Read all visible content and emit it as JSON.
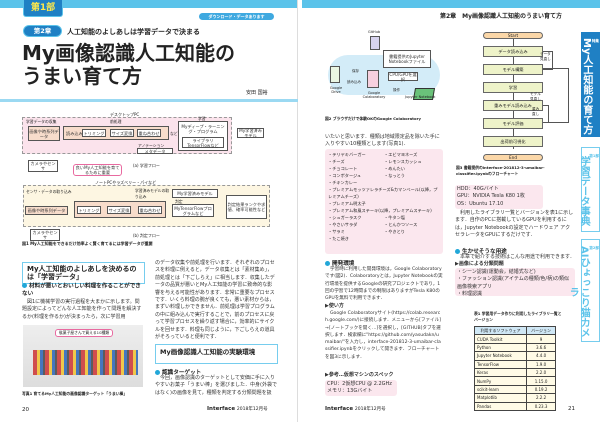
{
  "left_page": {
    "part_tab": "第1部",
    "download_badge": "ダウンロード・データあります",
    "chapter_pill": "第2章",
    "chapter_subtitle": "人工知能のよしあしは学習データで決まる",
    "title_line1": "My画像認識人工知能の",
    "title_line2": "うまい育て方",
    "author": "安田 国裕",
    "figure1": {
      "desktop_label": "デスクトップPC",
      "collect_label": "学習データの収集",
      "preprocess_label": "前処理",
      "learn_label": "学習",
      "image_series": "画像や時系列データ",
      "read": "読み込み",
      "trimming": "トリミング",
      "resize": "サイズ変換",
      "overlay": "重ね合わせ",
      "etc": "など",
      "deep_program": "Myディープ・ラーニング・プログラム",
      "library": "ライブラリ TensorFlowなど",
      "annotation": "アノテーション",
      "metadata": "メタデータ",
      "trained_model": "My学習済みモデル",
      "camera_sensor": "カメラやセンサ",
      "important_note": "良いMy人工知能を育てるために重要",
      "caption_a": "(a) 学習フロー",
      "laptop_label": "ノートPCやラズベリー・パイなど",
      "sensor_read": "センサ・データの取り込み",
      "model_load": "学習済みモデルの取り込み",
      "my_model": "My学習済みモデル",
      "judge": "判定",
      "tf_program": "MyTensorFlowプログラムなど",
      "result": "判定結果ランクや求値、確率可能性など",
      "caption_b": "(b) 判定フロー",
      "caption": "図1 My人工知能をできるだけ効率よく賢く育てるには学習データが重要"
    },
    "section1_title": "My人工知能のよしあしを決めるのは「学習データ」",
    "section1_sub": "材料が悪いとおいしい料理を作ることができない",
    "section1_p": "図1に機械学習の実行過程を大まかに示します。問題設定によってどんな人工知能を作って問題を解決するか(料理を作るか)が決まったら，次に学習用",
    "photo_label": "駄菓子屋さんで買える10種類",
    "photo_caption": "写真1 育てるMy人工知能の画像認識ターゲット「うまい棒」",
    "col2_p": "のデータ収集や前処理を行います．それぞれのプロセスを料理に例えると，データ収集とは「素材集め」，前処理とは「下ごしらえ」に相当します．収集したデータの品質が悪いとMy人工知能の学習に致命的な影響を与える可能性があります．非常に重要なプロセスです．いくら料理の腕が良くても，悪い素材からは，まずい料理しかできません．前処理は学習プログラムの中に組み込んで実行することで，前のプロセスに戻って学習プロセスを繰り返す場合に，効率的にサイクルを回せます．料理も同じように，下ごしらえの道具がそろっていると便利です．",
    "section2_title": "My画像認識人工知能の実験環境",
    "section2_sub": "認識ターゲット",
    "section2_p": "今回，画像認識のターゲットとして安価に手に入りやすいお菓子「うまい棒」を選びました．中身(外袋ではなく)の画像を見て，種類を判定する分類問題を扱",
    "page_number": "20",
    "magazine": "Interface",
    "issue": "2018年12月号"
  },
  "right_page": {
    "header": "第2章　My画像認識人工知能のうまい育て方",
    "figure2": {
      "github": "GitHub",
      "notebook_file": "書籍提供のJupyter Notebookファイル",
      "cpu_gpu": "CPU/GPUを選択",
      "save": "保存",
      "load": "読み込み",
      "drive": "Google Drive",
      "colab": "Google Colaboratory",
      "operate": "操作",
      "jupyter": "Jupyter Notebook",
      "caption": "図2 ブラウザだけで体験OKのGoogle Colaboratory"
    },
    "intro_p": "いたいと思います．種類は地域限定品を除いた手に入りやすい10種類とします(写真1)．",
    "flavors": [
      "テリヤキバーガー",
      "エビマヨネーズ",
      "チーズ",
      "レモンスカッシュ",
      "チョコレート",
      "めんたい",
      "コンポタージュ",
      "なっとう",
      "チキンカレー",
      "",
      "プレミアムモッツァレラチーズ&カマンベール(以降，プレミアムチーズ)",
      "",
      "プレミアム明太子",
      "",
      "プレミアム和風ステーキ(以降，プレミアムステーキ)",
      "",
      "シュガーラスク",
      "牛タン塩",
      "やさいサラダ",
      "とんかつソース",
      "サラミ",
      "やきとり",
      "たこ焼き",
      ""
    ],
    "env_sub": "開発環境",
    "env_p": "学習時に利用した開発環境は，Google Colaboratoryです(図2)．Colaboratoryとは，Jupyter Notebookの実行環境を提供するGoogleの研究プロジェクトであり，1回の学習で12時間までの制限はありますがTesla K80のGPUを無料で利用できます．",
    "howto_sub": "▶使い方",
    "howto_p": "Google Colaboratoryサイト(https://colab.research.google.com/)に接続します．メニューから[ファイル]→[ノートブックを開く...]を選択し，[GITHUB]タブを選択します．検索欄に\"https://github.com/yasudakn/umaibar/\"を入力し，interface-201812-3-umaibar-classifier.ipynbをクリックして開きます．フローチャートを図3に示します．",
    "spec_sub": "▶参考…仮想マシンのスペック",
    "spec": [
      "CPU：2仮想CPU @ 2.2GHz",
      "メモリ：13Gバイト"
    ],
    "flowchart": {
      "start": "Start",
      "steps": [
        "データ読み込み",
        "モデル構築",
        "学習",
        "重みモデル読み込み",
        "モデル評価",
        "出荷前可視化"
      ],
      "end": "End",
      "loop1": "データ見直し",
      "loop2": "モデル見直し",
      "loop3": "重み直し",
      "caption": "図3 書籍提供のinterface-201812-3-umaibar-classifier.ipynbのフローチャート"
    },
    "hw": [
      "HDD：40Gバイト",
      "GPU：NVIDIA Tesla K80 1枚",
      "OS：Ubuntu 17.10"
    ],
    "hw_p": "利用したライブラリ一覧とバージョンを表1に示します．自作のPCに搭載しているGPUを利用するには，Jupyter Notebookの設定でハードウェア アクセラレータをGPUにするだけです．",
    "use_sub": "生かせそうな用途",
    "use_p": "本章で紹介する技術はこんな用途で利用できます．",
    "use_head": "▶画像による分類問題",
    "uses": [
      "シーン認識(運動会，結婚式など)",
      "ファッション認識(アイテムの種類/色/柄)の類似画像検索アプリ",
      "料理認識"
    ],
    "table": {
      "caption": "表1 学習用データ作りに利用したライブラリ一覧とバージョン",
      "headers": [
        "利用するソフトウェア",
        "バージョン"
      ],
      "rows": [
        [
          "CUDA Toolkit",
          "9"
        ],
        [
          "Python",
          "3.6.6"
        ],
        [
          "Jupyter Notebook",
          "4.4.0"
        ],
        [
          "TensorFlow",
          "1.9.0"
        ],
        [
          "Keras",
          "2.2.0"
        ],
        [
          "NumPy",
          "1.15.0"
        ],
        [
          "scikit-learn",
          "0.19.2"
        ],
        [
          "Matplotlib",
          "2.2.2"
        ],
        [
          "Pandas",
          "0.23.3"
        ]
      ]
    },
    "side_tabs": [
      {
        "label": "特集",
        "title": "My人工知能の育て方"
      },
      {
        "label": "第1部",
        "title": "学習データ事典"
      },
      {
        "label": "第2部",
        "title": "AIひょっこり猫カメラ"
      }
    ],
    "page_number": "21",
    "magazine": "Interface",
    "issue": "2018年12月号"
  },
  "colors": {
    "accent": "#5bc3ea",
    "tab": "#1f80c4",
    "pink": "#fbe7ee"
  }
}
